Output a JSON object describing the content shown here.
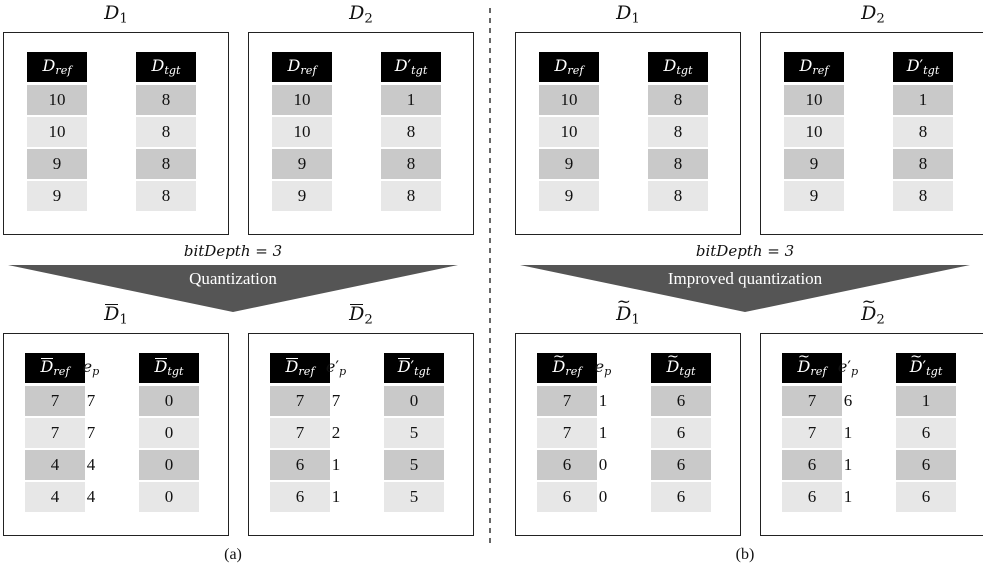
{
  "figure": {
    "left": {
      "caption": "(a)",
      "top": [
        {
          "title": "D1",
          "ref_label": "D_ref",
          "tgt_label": "D_tgt",
          "ref": [
            "10",
            "10",
            "9",
            "9"
          ],
          "tgt": [
            "8",
            "8",
            "8",
            "8"
          ]
        },
        {
          "title": "D2",
          "ref_label": "D_ref",
          "tgt_label": "D'_tgt",
          "ref": [
            "10",
            "10",
            "9",
            "9"
          ],
          "tgt": [
            "1",
            "8",
            "8",
            "8"
          ]
        }
      ],
      "bitdepth": "bitDepth = 3",
      "arrow_label": "Quantization",
      "bottom": [
        {
          "title": "D̄1",
          "ref_label": "D̄_ref",
          "ep_label": "e_p",
          "tgt_label": "D̄_tgt",
          "ref": [
            "7",
            "7",
            "4",
            "4"
          ],
          "ep": [
            "7",
            "7",
            "4",
            "4"
          ],
          "tgt": [
            "0",
            "0",
            "0",
            "0"
          ]
        },
        {
          "title": "D̄2",
          "ref_label": "D̄_ref",
          "ep_label": "e'_p",
          "tgt_label": "D̄'_tgt",
          "ref": [
            "7",
            "7",
            "6",
            "6"
          ],
          "ep": [
            "7",
            "2",
            "1",
            "1"
          ],
          "tgt": [
            "0",
            "5",
            "5",
            "5"
          ]
        }
      ]
    },
    "right": {
      "caption": "(b)",
      "top": [
        {
          "title": "D1",
          "ref_label": "D_ref",
          "tgt_label": "D_tgt",
          "ref": [
            "10",
            "10",
            "9",
            "9"
          ],
          "tgt": [
            "8",
            "8",
            "8",
            "8"
          ]
        },
        {
          "title": "D2",
          "ref_label": "D_ref",
          "tgt_label": "D'_tgt",
          "ref": [
            "10",
            "10",
            "9",
            "9"
          ],
          "tgt": [
            "1",
            "8",
            "8",
            "8"
          ]
        }
      ],
      "bitdepth": "bitDepth = 3",
      "arrow_label": "Improved quantization",
      "bottom": [
        {
          "title": "D̃1",
          "ref_label": "D̃_ref",
          "ep_label": "e_p",
          "tgt_label": "D̃_tgt",
          "ref": [
            "7",
            "7",
            "6",
            "6"
          ],
          "ep": [
            "1",
            "1",
            "0",
            "0"
          ],
          "tgt": [
            "6",
            "6",
            "6",
            "6"
          ]
        },
        {
          "title": "D̃2",
          "ref_label": "D̃_ref",
          "ep_label": "e'_p",
          "tgt_label": "D̃'_tgt",
          "ref": [
            "7",
            "7",
            "6",
            "6"
          ],
          "ep": [
            "6",
            "1",
            "1",
            "1"
          ],
          "tgt": [
            "1",
            "6",
            "6",
            "6"
          ]
        }
      ]
    },
    "text": {
      "D": "D",
      "sub1": "1",
      "sub2": "2",
      "ref": "ref",
      "tgt": "tgt",
      "prime": "′",
      "e": "e",
      "p": "p",
      "bitDepth": "bitDepth",
      "eq3": " = 3"
    }
  }
}
